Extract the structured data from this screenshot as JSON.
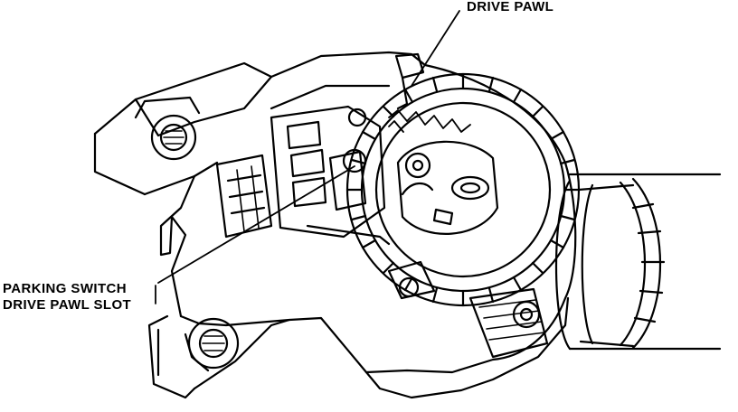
{
  "labels": {
    "drive_pawl": "DRIVE PAWL",
    "parking_switch_line1": "PARKING SWITCH",
    "parking_switch_line2": "DRIVE PAWL SLOT"
  },
  "colors": {
    "ink": "#000000",
    "paper": "#ffffff"
  }
}
